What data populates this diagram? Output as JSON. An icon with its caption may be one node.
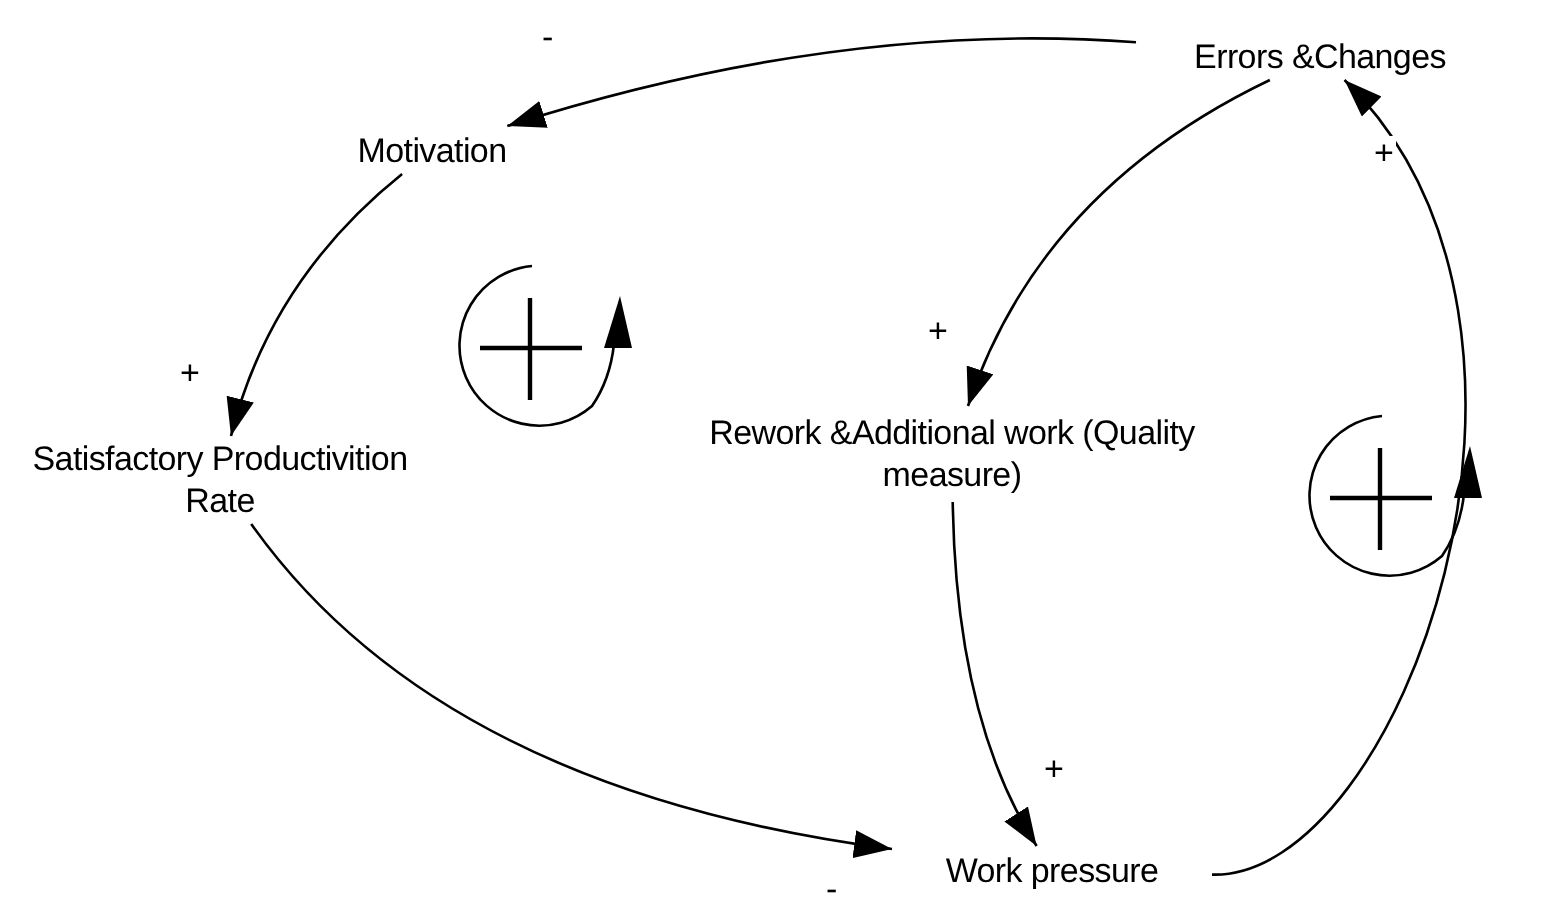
{
  "diagram": {
    "nodes": [
      {
        "text": [
          "Errors &Changes"
        ]
      },
      {
        "text": [
          "Motivation"
        ]
      },
      {
        "text": [
          "Satisfactory Productivition Rate"
        ]
      },
      {
        "text": [
          "Rework &Additional work (Quality measure)"
        ]
      },
      {
        "text": [
          "Work pressure"
        ]
      }
    ],
    "edges": [
      {
        "from": 0,
        "to": 1,
        "arrow": "to",
        "label": "-"
      },
      {
        "from": 1,
        "to": 2,
        "arrow": "to",
        "label": "+"
      },
      {
        "from": 0,
        "to": 3,
        "arrow": "to",
        "label": "+"
      },
      {
        "from": 3,
        "to": 4,
        "arrow": "to",
        "label": "+"
      },
      {
        "from": 2,
        "to": 4,
        "arrow": "to",
        "label": "-"
      },
      {
        "from": 4,
        "to": 0,
        "arrow": "to",
        "label": "+"
      }
    ]
  }
}
